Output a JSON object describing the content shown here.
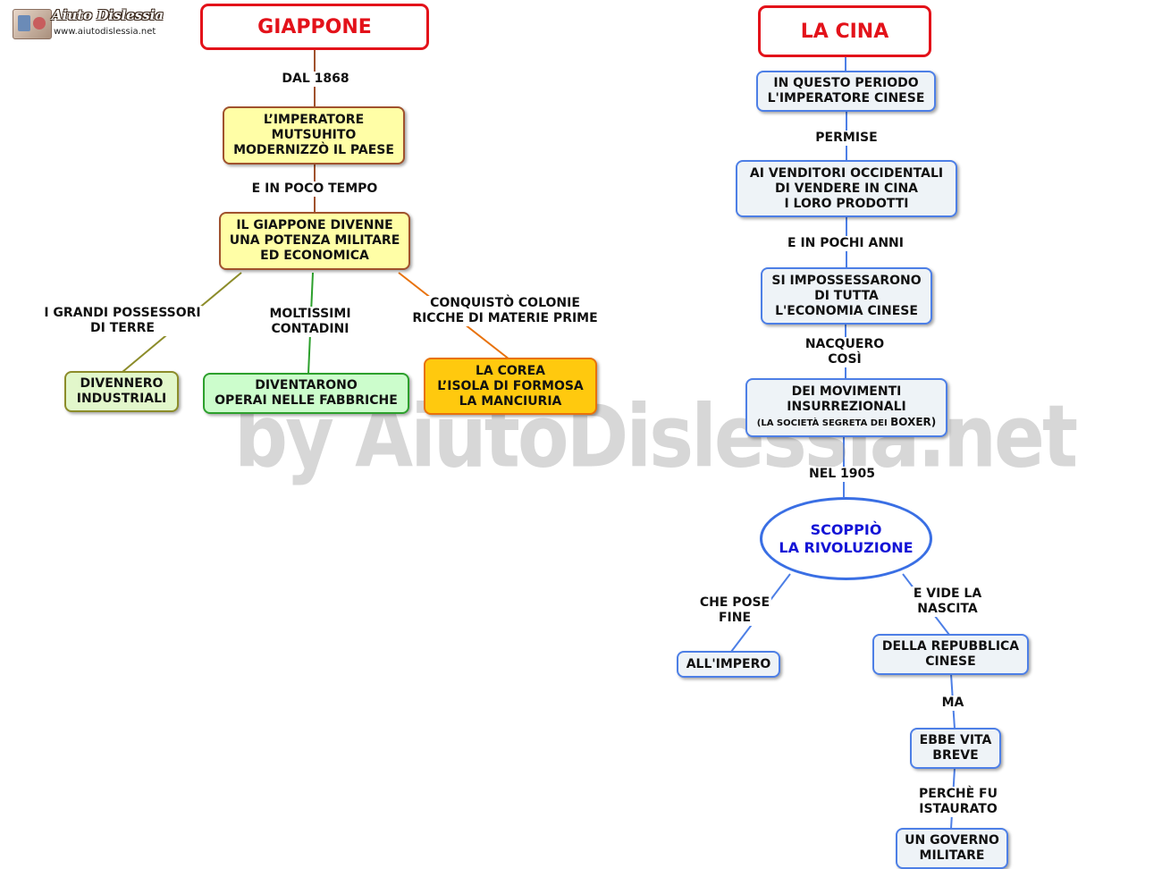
{
  "logo": {
    "title": "Aiuto Dislessia",
    "url": "www.aiutodislessia.net"
  },
  "watermark": "by AiutoDislessia.net",
  "japan": {
    "title": "GIAPPONE",
    "links": {
      "from_1868": "DAL 1868",
      "soon": "E IN POCO TEMPO",
      "landowners": "I GRANDI POSSESSORI\nDI TERRE",
      "peasants": "MOLTISSIMI\nCONTADINI",
      "conquered": "CONQUISTÒ  COLONIE\nRICCHE DI MATERIE PRIME"
    },
    "nodes": {
      "emperor": "L’IMPERATORE\nMUTSUHITO\nMODERNIZZÒ IL PAESE",
      "power": "IL GIAPPONE DIVENNE\nUNA POTENZA MILITARE\nED ECONOMICA",
      "industrials": "DIVENNERO\nINDUSTRIALI",
      "workers": "DIVENTARONO\nOPERAI NELLE FABBRICHE",
      "colonies": "LA COREA\nL’ISOLA DI FORMOSA\nLA MANCIURIA"
    }
  },
  "china": {
    "title": "LA CINA",
    "links": {
      "allowed": "PERMISE",
      "few_years": "E IN POCHI ANNI",
      "born": "NACQUERO\nCOSÌ",
      "in_1905": "NEL 1905",
      "ended": "CHE POSE\nFINE",
      "birth": "E VIDE LA\nNASCITA",
      "but": "MA",
      "because": "PERCHÈ FU\nISTAURATO"
    },
    "nodes": {
      "period": "IN QUESTO PERIODO\nL'IMPERATORE CINESE",
      "sellers": "AI VENDITORI OCCIDENTALI\nDI VENDERE IN CINA\nI LORO PRODOTTI",
      "seized": "SI IMPOSSESSARONO\nDI TUTTA\nL'ECONOMIA CINESE",
      "movements_main": "DEI MOVIMENTI\nINSURREZIONALI",
      "movements_small": "(LA SOCIETÀ SEGRETA DEI ",
      "movements_boxer": "BOXER)",
      "revolution": "SCOPPIÒ\nLA RIVOLUZIONE",
      "empire": "ALL'IMPERO",
      "republic": "DELLA REPUBBLICA\nCINESE",
      "short_life": "EBBE VITA\nBREVE",
      "military": "UN GOVERNO\nMILITARE"
    }
  },
  "colors": {
    "title_red": "#e3121a",
    "yellow_fill": "#fffea6",
    "orange_fill": "#ffc90e",
    "green_fill": "#ccfdcc",
    "blue_border": "#4d7fe6",
    "revolution_text": "#1414d6"
  }
}
